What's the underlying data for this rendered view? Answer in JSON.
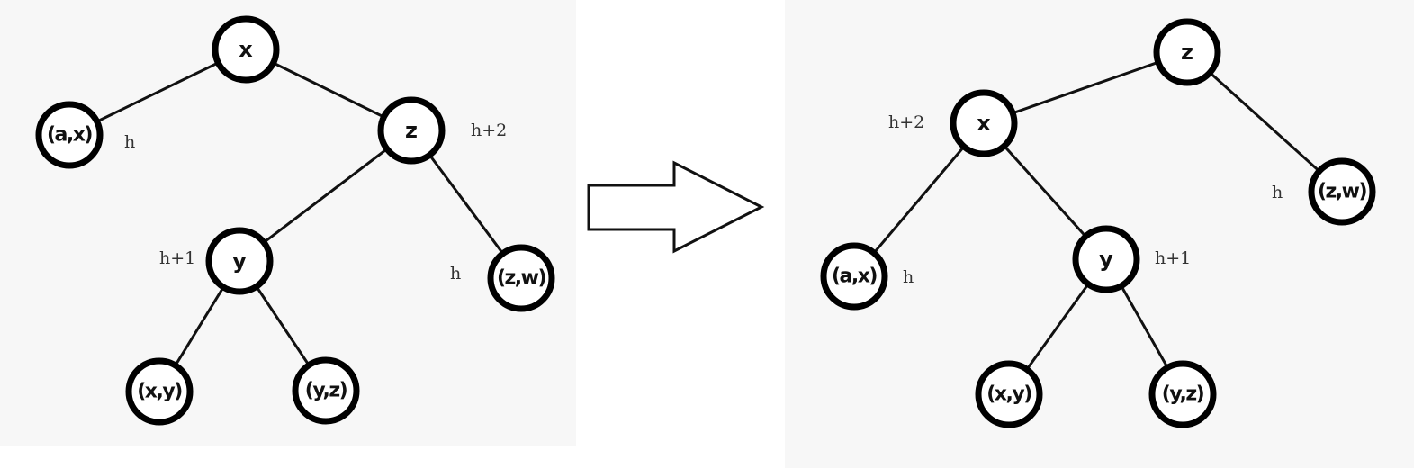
{
  "left_tree": {
    "nodes": {
      "x": "x",
      "a_x": "(a,x)",
      "z": "z",
      "y": "y",
      "z_w": "(z,w)",
      "x_y": "(x,y)",
      "y_z": "(y,z)"
    },
    "heights": {
      "a_x": "h",
      "z": "h+2",
      "y": "h+1",
      "z_w": "h"
    }
  },
  "right_tree": {
    "nodes": {
      "z": "z",
      "x": "x",
      "z_w": "(z,w)",
      "a_x": "(a,x)",
      "y": "y",
      "x_y": "(x,y)",
      "y_z": "(y,z)"
    },
    "heights": {
      "x": "h+2",
      "z_w": "h",
      "a_x": "h",
      "y": "h+1"
    }
  },
  "colors": {
    "panel_background": "#f7f7f7",
    "node_stroke": "#000000",
    "node_fill": "#ffffff",
    "edge": "#111111"
  }
}
